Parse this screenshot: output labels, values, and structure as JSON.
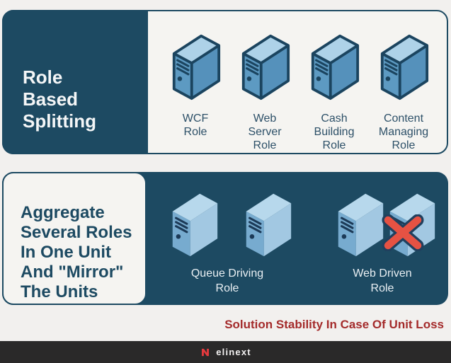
{
  "top_section": {
    "title": "Role\nBased\nSplitting",
    "roles": [
      {
        "label": "WCF\nRole",
        "icon": "server-icon"
      },
      {
        "label": "Web\nServer\nRole",
        "icon": "server-icon"
      },
      {
        "label": "Cash\nBuilding\nRole",
        "icon": "server-icon"
      },
      {
        "label": "Content\nManaging\nRole",
        "icon": "server-icon"
      }
    ]
  },
  "bottom_section": {
    "title": "Aggregate\nSeveral Roles\nIn One Unit\nAnd \"Mirror\"\nThe Units",
    "groups": [
      {
        "label": "Queue Driving\nRole",
        "server_count": 2,
        "failed_server": false
      },
      {
        "label": "Web Driven\nRole",
        "server_count": 2,
        "failed_server": true
      }
    ]
  },
  "caption": "Solution Stability In Case Of Unit Loss",
  "footer": {
    "brand": "elinext"
  },
  "colors": {
    "teal_panel": "#1d4a62",
    "panel_light": "#f5f4f1",
    "page_background": "#f2f0ee",
    "caption_red": "#a42b2b",
    "cross_red": "#e65243",
    "logo_red": "#e53a3e",
    "top_label_dark": "#2d5068",
    "bottom_label_light": "#e9eff3",
    "server_top_face": "#aed2e8",
    "server_left_face": "#5d9ac2",
    "server_right_face": "#5591bb",
    "server_flat_left_face": "#77abcf",
    "server_flat_right_face": "#a2c8e2",
    "server_flat_top_face": "#b7d8ec"
  }
}
